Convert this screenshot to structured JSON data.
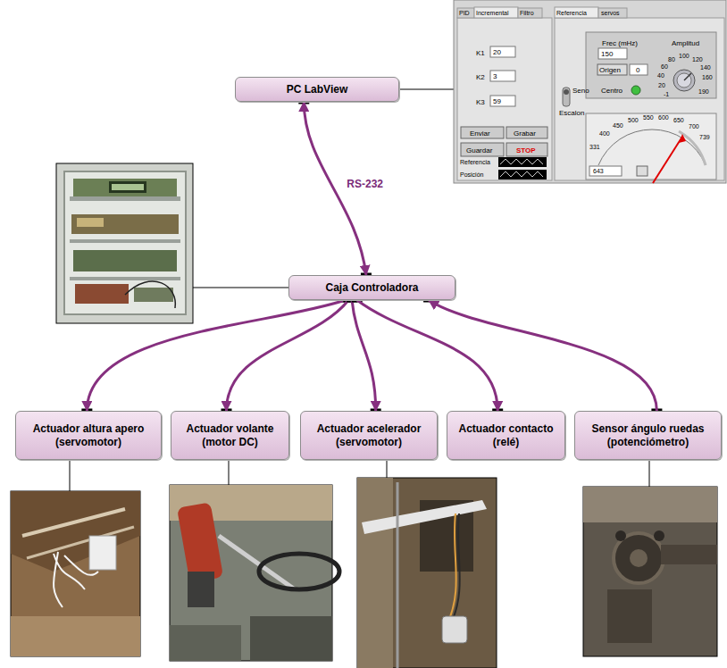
{
  "diagram": {
    "nodes": [
      {
        "text": [
          "PC LabView"
        ]
      },
      {
        "text": [
          "Caja Controladora"
        ]
      },
      {
        "text": [
          "Actuador altura apero (servomotor)"
        ]
      },
      {
        "text": [
          "Actuador volante (motor DC)"
        ]
      },
      {
        "text": [
          "Actuador acelerador (servomotor)"
        ]
      },
      {
        "text": [
          "Actuador contacto (relé)"
        ]
      },
      {
        "text": [
          "Sensor ángulo ruedas (potenciómetro)"
        ]
      }
    ],
    "edges": [
      {
        "from": 0,
        "to": 1,
        "arrow": "both",
        "label": "RS-232"
      },
      {
        "from": 1,
        "to": 2,
        "arrow": "to"
      },
      {
        "from": 1,
        "to": 3,
        "arrow": "to"
      },
      {
        "from": 1,
        "to": 4,
        "arrow": "to"
      },
      {
        "from": 1,
        "to": 5,
        "arrow": "to"
      },
      {
        "from": 6,
        "to": 1,
        "arrow": "to"
      }
    ],
    "labels": [
      "PID",
      "Incremental",
      "Filtro",
      "Referencia",
      "servos",
      "K1",
      "20",
      "K2",
      "3",
      "K3",
      "59",
      "Enviar",
      "Grabar",
      "Guardar",
      "STOP",
      "Referencia",
      "Posición",
      "Frec (mHz)",
      "150",
      "Origen",
      "0",
      "Centro",
      "Amplitud",
      "Seno",
      "Escalon",
      "-1",
      "20",
      "40",
      "60",
      "80",
      "100",
      "120",
      "140",
      "160",
      "190",
      "331",
      "400",
      "450",
      "500",
      "550",
      "600",
      "650",
      "700",
      "739",
      "643"
    ]
  }
}
